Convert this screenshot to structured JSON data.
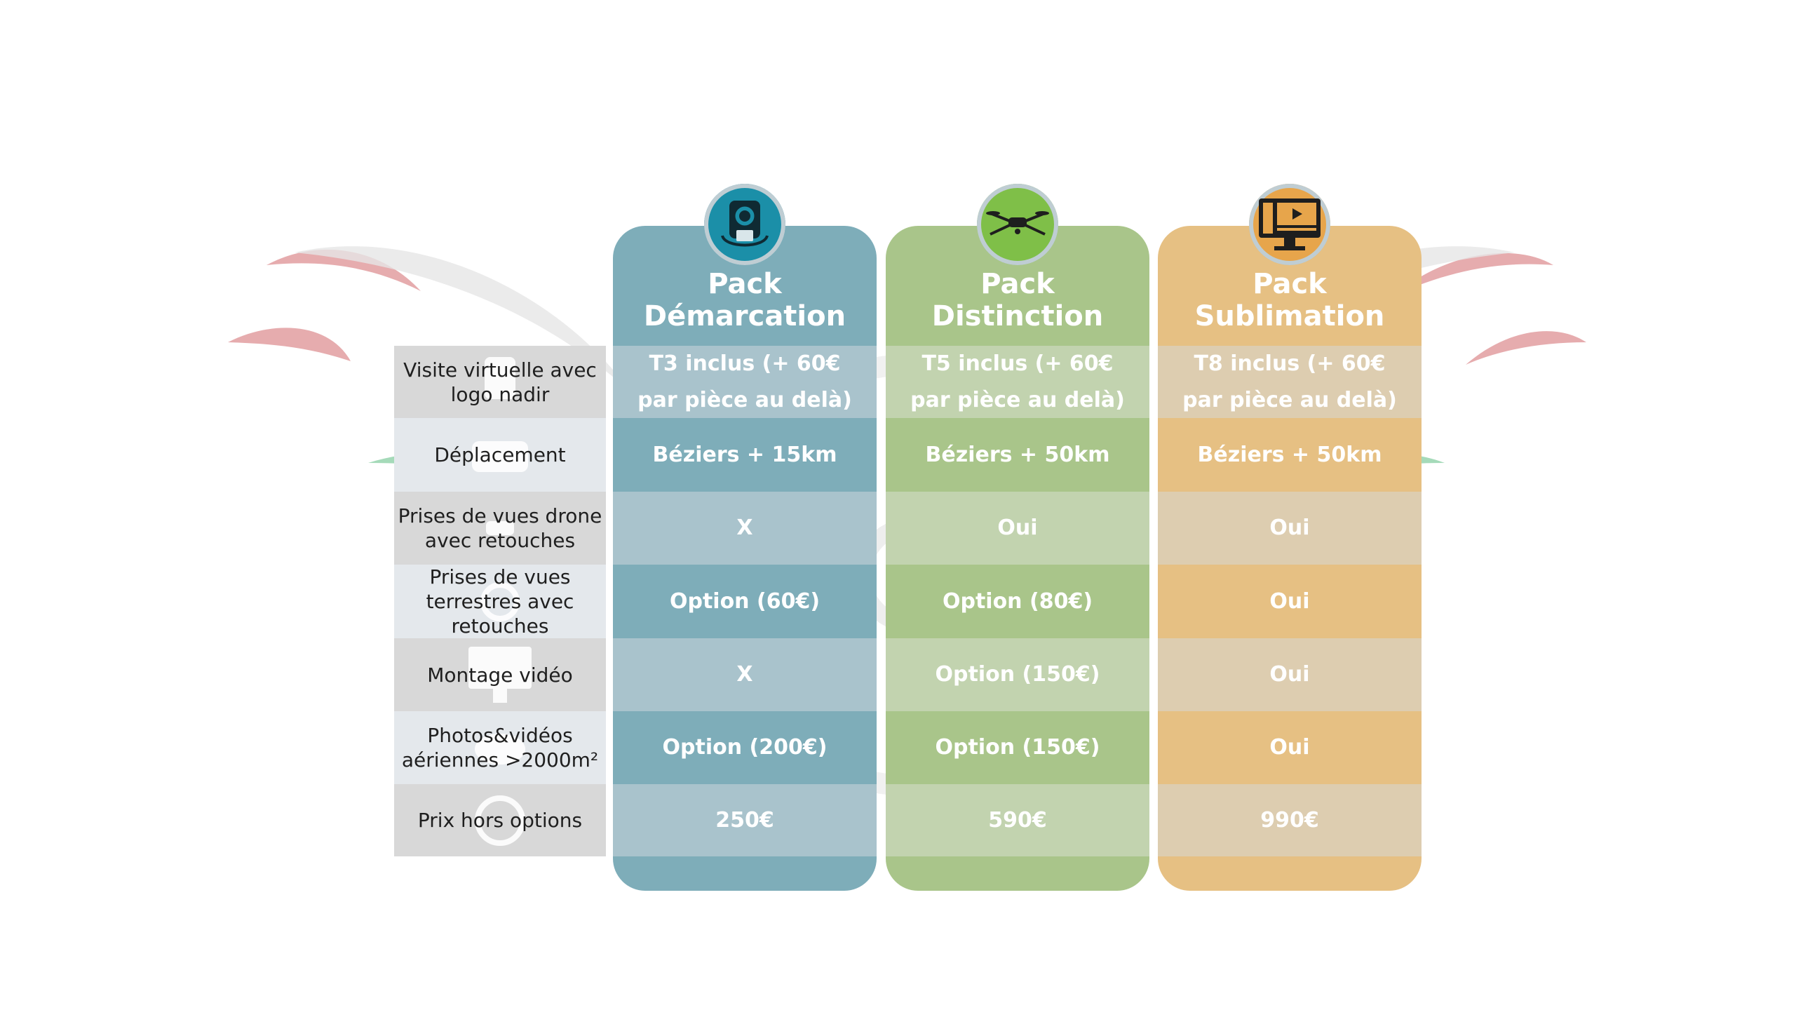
{
  "colors": {
    "pack1": "#7eadb9",
    "pack1_cell_light": "#a9c3cc",
    "pack2": "#a9c58a",
    "pack2_cell_light": "#c2d3af",
    "pack3": "#e6c083",
    "pack3_cell_light": "#ddcdb0",
    "label_dark": "#d8d8d8",
    "label_light": "#e4e8ec"
  },
  "rows": [
    {
      "label": "Visite virtuelle avec logo nadir",
      "icon": "camera-360-icon"
    },
    {
      "label": "Déplacement",
      "icon": "car-icon"
    },
    {
      "label": "Prises de vues drone avec retouches",
      "icon": "drone-icon"
    },
    {
      "label": "Prises de vues terrestres avec retouches",
      "icon": "camera-icon"
    },
    {
      "label": "Montage vidéo",
      "icon": "video-editing-icon"
    },
    {
      "label": "Photos&vidéos aériennes >2000m²",
      "icon": "cloud-icon"
    },
    {
      "label": "Prix hors options",
      "icon": "euro-icon"
    }
  ],
  "packs": [
    {
      "title_line1": "Pack",
      "title_line2": "Démarcation",
      "icon": "360-camera-icon",
      "values": [
        "T3 inclus (+ 60€ par pièce au delà)",
        "Béziers + 15km",
        "X",
        "Option (60€)",
        "X",
        "Option (200€)",
        "250€"
      ]
    },
    {
      "title_line1": "Pack",
      "title_line2": "Distinction",
      "icon": "drone-icon",
      "values": [
        "T5 inclus (+ 60€ par pièce au delà)",
        "Béziers + 50km",
        "Oui",
        "Option (80€)",
        "Option (150€)",
        "Option (150€)",
        "590€"
      ]
    },
    {
      "title_line1": "Pack",
      "title_line2": "Sublimation",
      "icon": "video-editing-icon",
      "values": [
        "T8 inclus (+ 60€ par pièce au delà)",
        "Béziers + 50km",
        "Oui",
        "Oui",
        "Oui",
        "Oui",
        "990€"
      ]
    }
  ]
}
